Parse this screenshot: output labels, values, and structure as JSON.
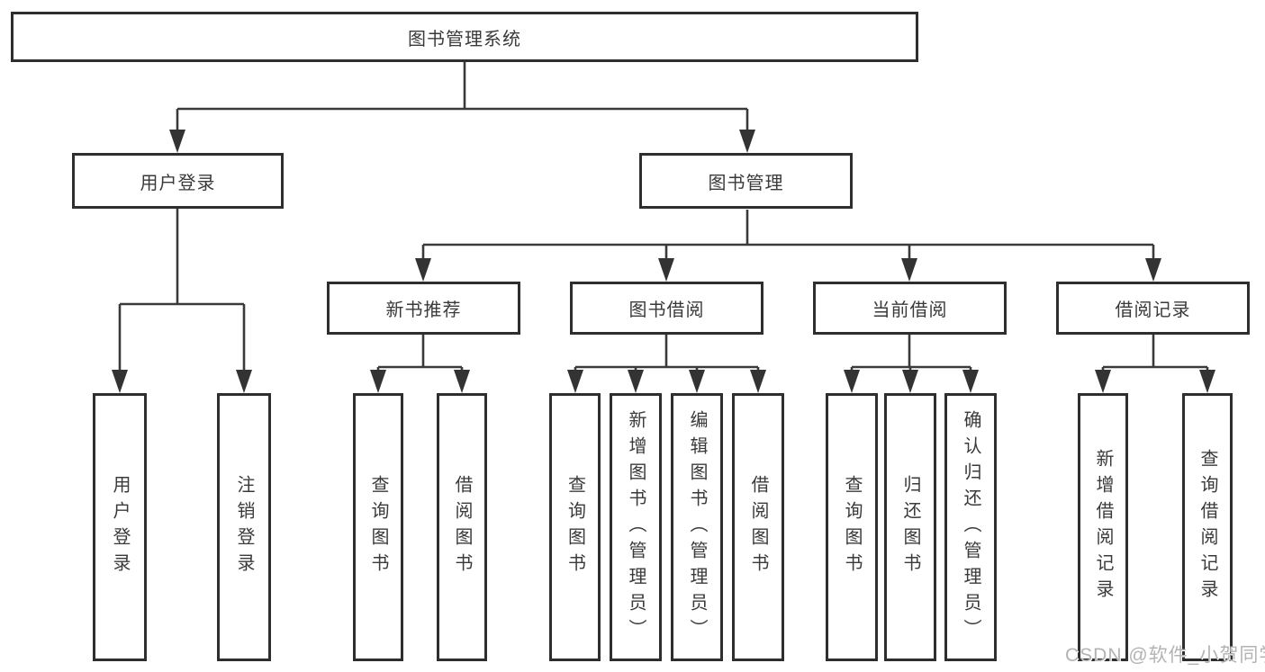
{
  "title": "图书管理系统",
  "watermark": "CSDN @软件_小贺同学",
  "colors": {
    "line": "#3a3a3a",
    "box_border": "#2e2e2e",
    "text": "#3a3a3a",
    "watermark": "#b3b3b3",
    "background": "#ffffff"
  },
  "tree": {
    "branches": [
      {
        "label": "用户登录",
        "children": [
          {
            "label": "用户登录"
          },
          {
            "label": "注销登录"
          }
        ]
      },
      {
        "label": "图书管理",
        "children": [
          {
            "label": "新书推荐",
            "children": [
              {
                "label": "查询图书"
              },
              {
                "label": "借阅图书"
              }
            ]
          },
          {
            "label": "图书借阅",
            "children": [
              {
                "label": "查询图书"
              },
              {
                "label": "新增图书（管理员）"
              },
              {
                "label": "编辑图书（管理员）"
              },
              {
                "label": "借阅图书"
              }
            ]
          },
          {
            "label": "当前借阅",
            "children": [
              {
                "label": "查询图书"
              },
              {
                "label": "归还图书"
              },
              {
                "label": "确认归还（管理员）"
              }
            ]
          },
          {
            "label": "借阅记录",
            "children": [
              {
                "label": "新增借阅记录"
              },
              {
                "label": "查询借阅记录"
              }
            ]
          }
        ]
      }
    ]
  }
}
